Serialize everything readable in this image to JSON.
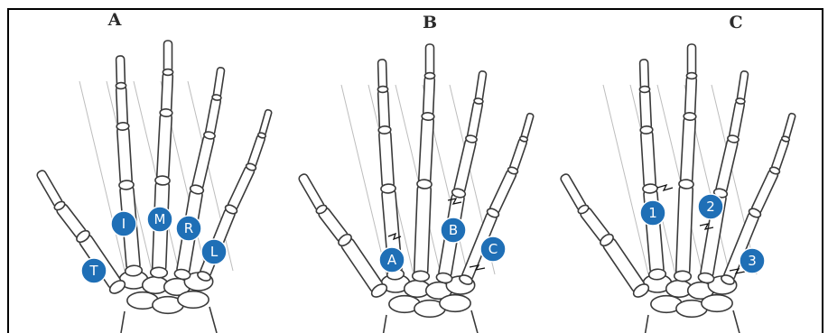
{
  "panels": [
    {
      "letter": "A",
      "markers": [
        {
          "label": "I",
          "name": "marker-index"
        },
        {
          "label": "M",
          "name": "marker-middle"
        },
        {
          "label": "R",
          "name": "marker-ring"
        },
        {
          "label": "L",
          "name": "marker-little"
        },
        {
          "label": "T",
          "name": "marker-thumb"
        }
      ]
    },
    {
      "letter": "B",
      "markers": [
        {
          "label": "A",
          "name": "marker-a"
        },
        {
          "label": "B",
          "name": "marker-b"
        },
        {
          "label": "C",
          "name": "marker-c"
        }
      ]
    },
    {
      "letter": "C",
      "markers": [
        {
          "label": "1",
          "name": "marker-1"
        },
        {
          "label": "2",
          "name": "marker-2"
        },
        {
          "label": "3",
          "name": "marker-3"
        }
      ]
    }
  ],
  "colors": {
    "marker_fill": "#1f6fb6",
    "marker_text": "#ffffff",
    "bone_outline": "#3a3a3a"
  }
}
